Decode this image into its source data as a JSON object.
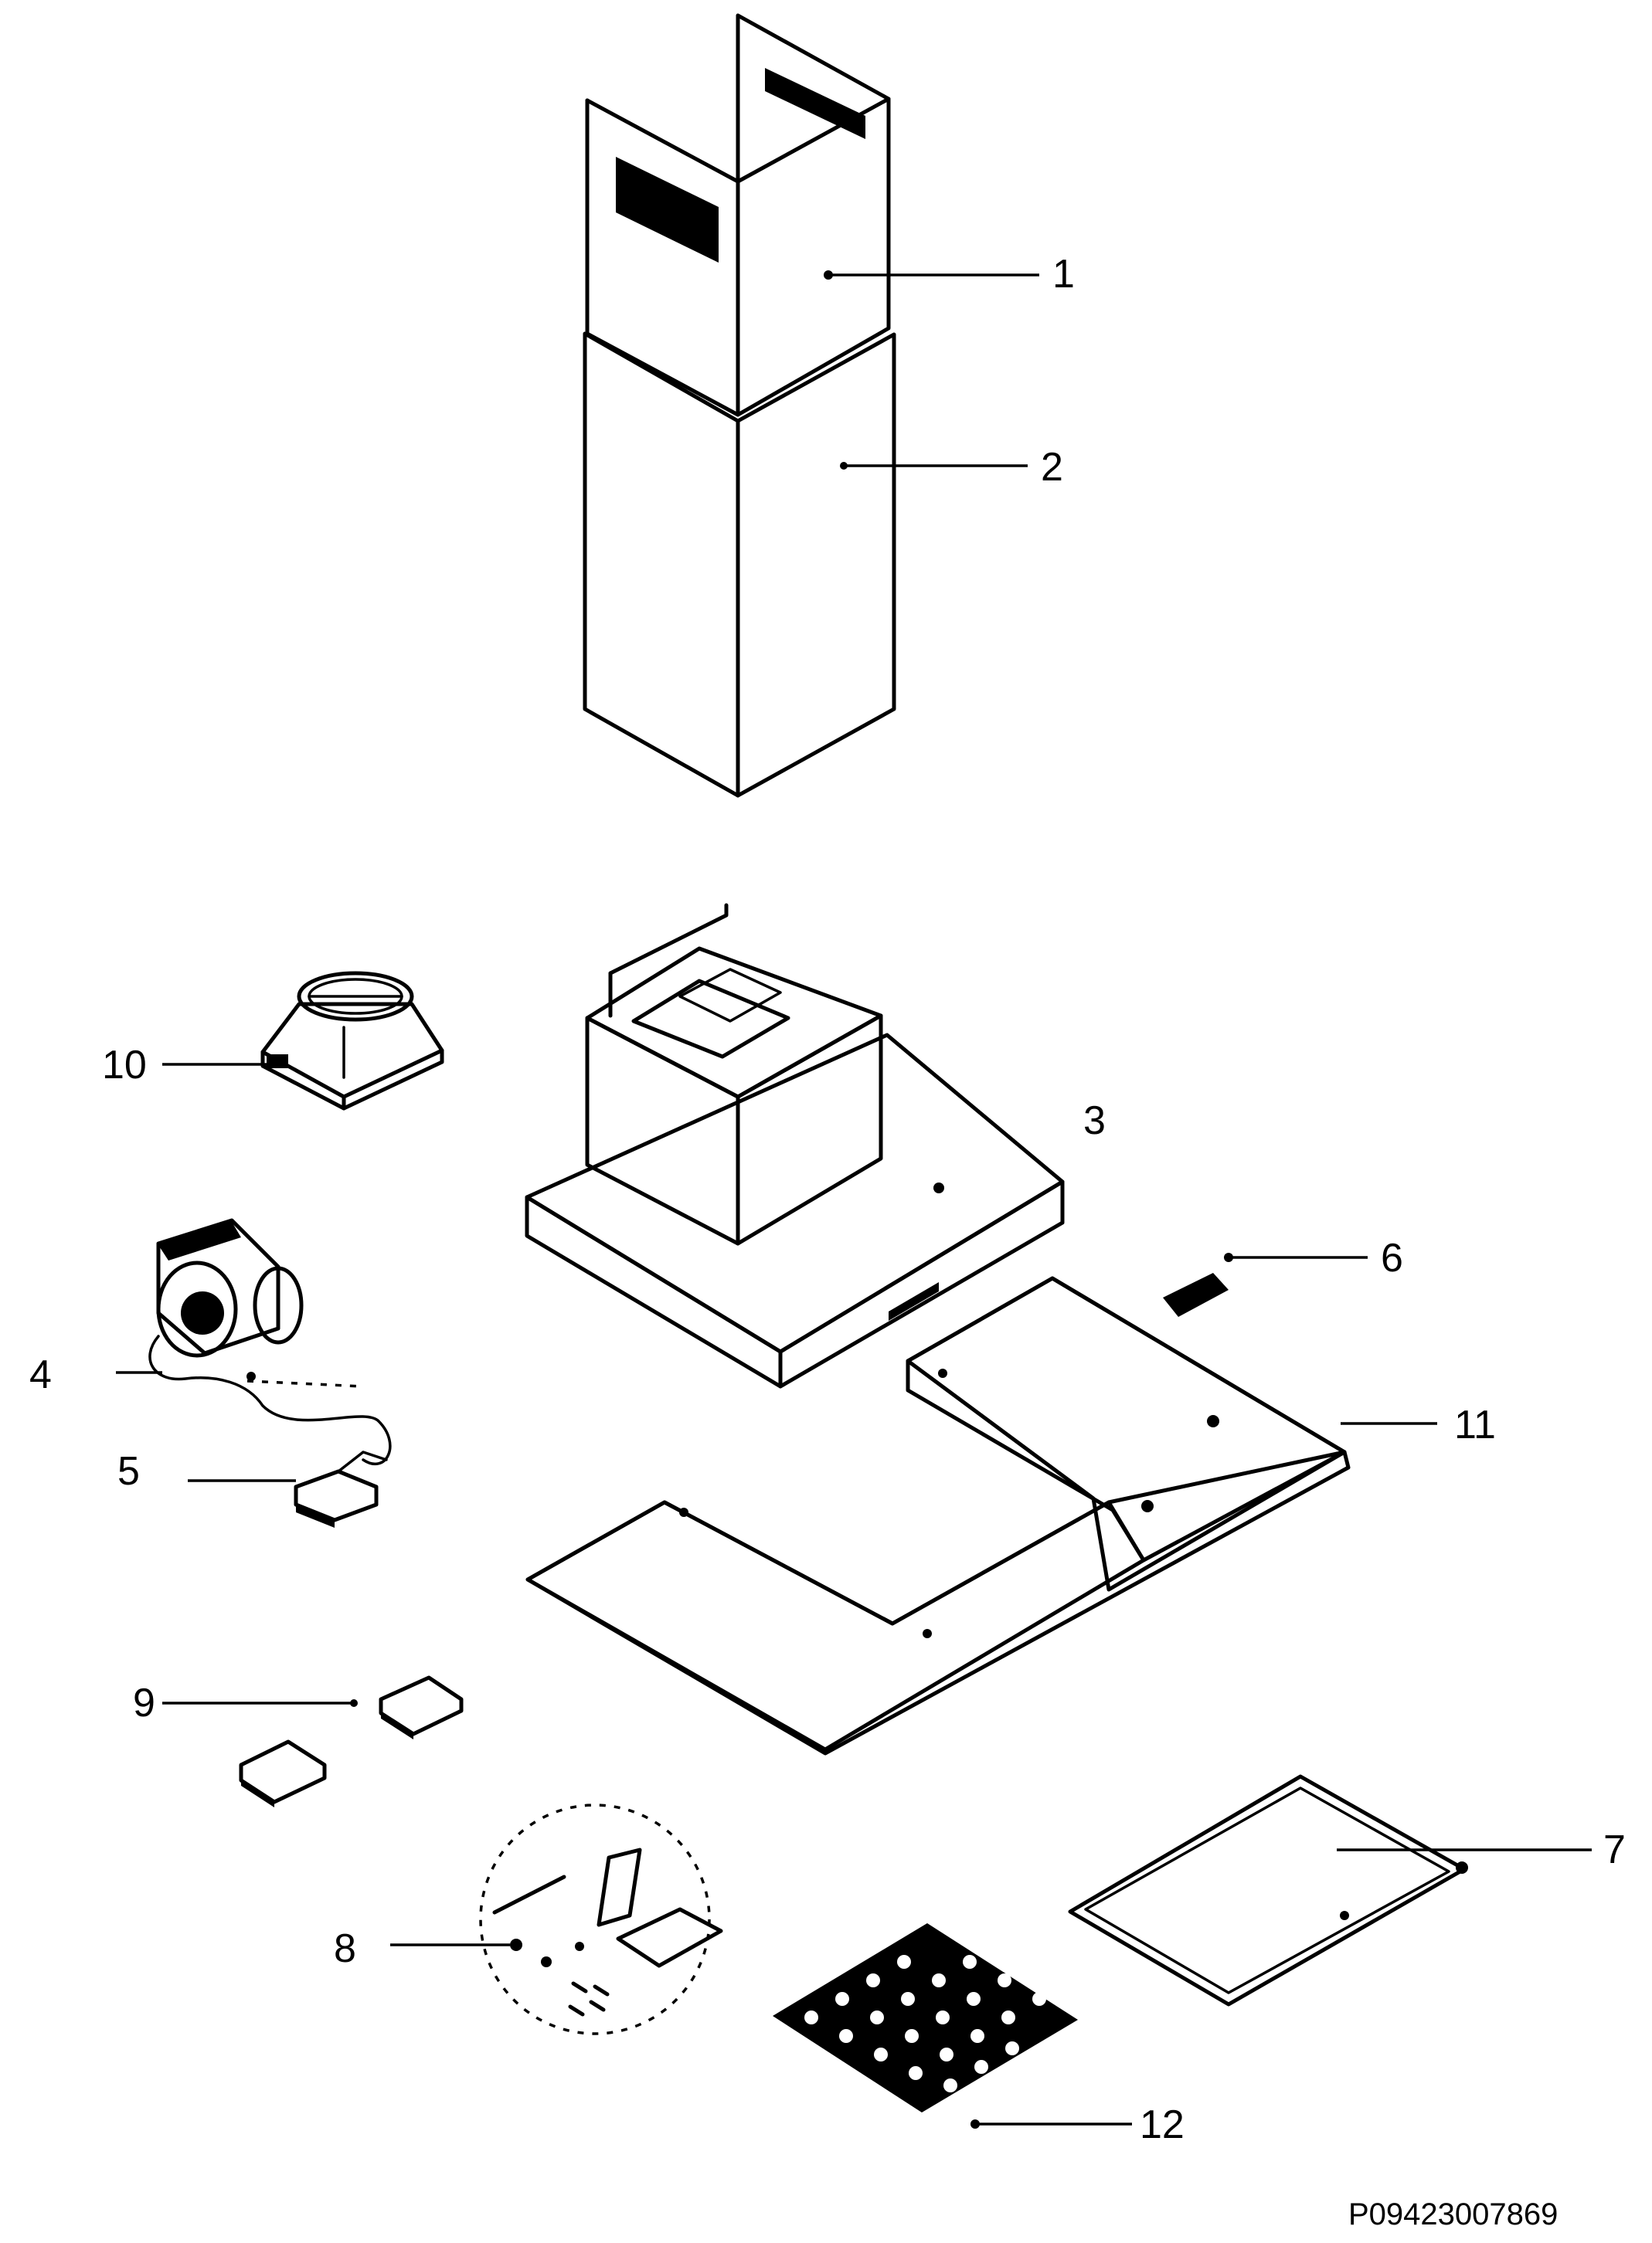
{
  "diagram": {
    "callouts": [
      {
        "id": "1",
        "label": "1"
      },
      {
        "id": "2",
        "label": "2"
      },
      {
        "id": "3",
        "label": "3"
      },
      {
        "id": "4",
        "label": "4"
      },
      {
        "id": "5",
        "label": "5"
      },
      {
        "id": "6",
        "label": "6"
      },
      {
        "id": "7",
        "label": "7"
      },
      {
        "id": "8",
        "label": "8"
      },
      {
        "id": "9",
        "label": "9"
      },
      {
        "id": "10",
        "label": "10"
      },
      {
        "id": "11",
        "label": "11"
      },
      {
        "id": "12",
        "label": "12"
      }
    ],
    "part_number": "P09423007869",
    "colors": {
      "ink": "#000000",
      "paper": "#ffffff"
    }
  }
}
